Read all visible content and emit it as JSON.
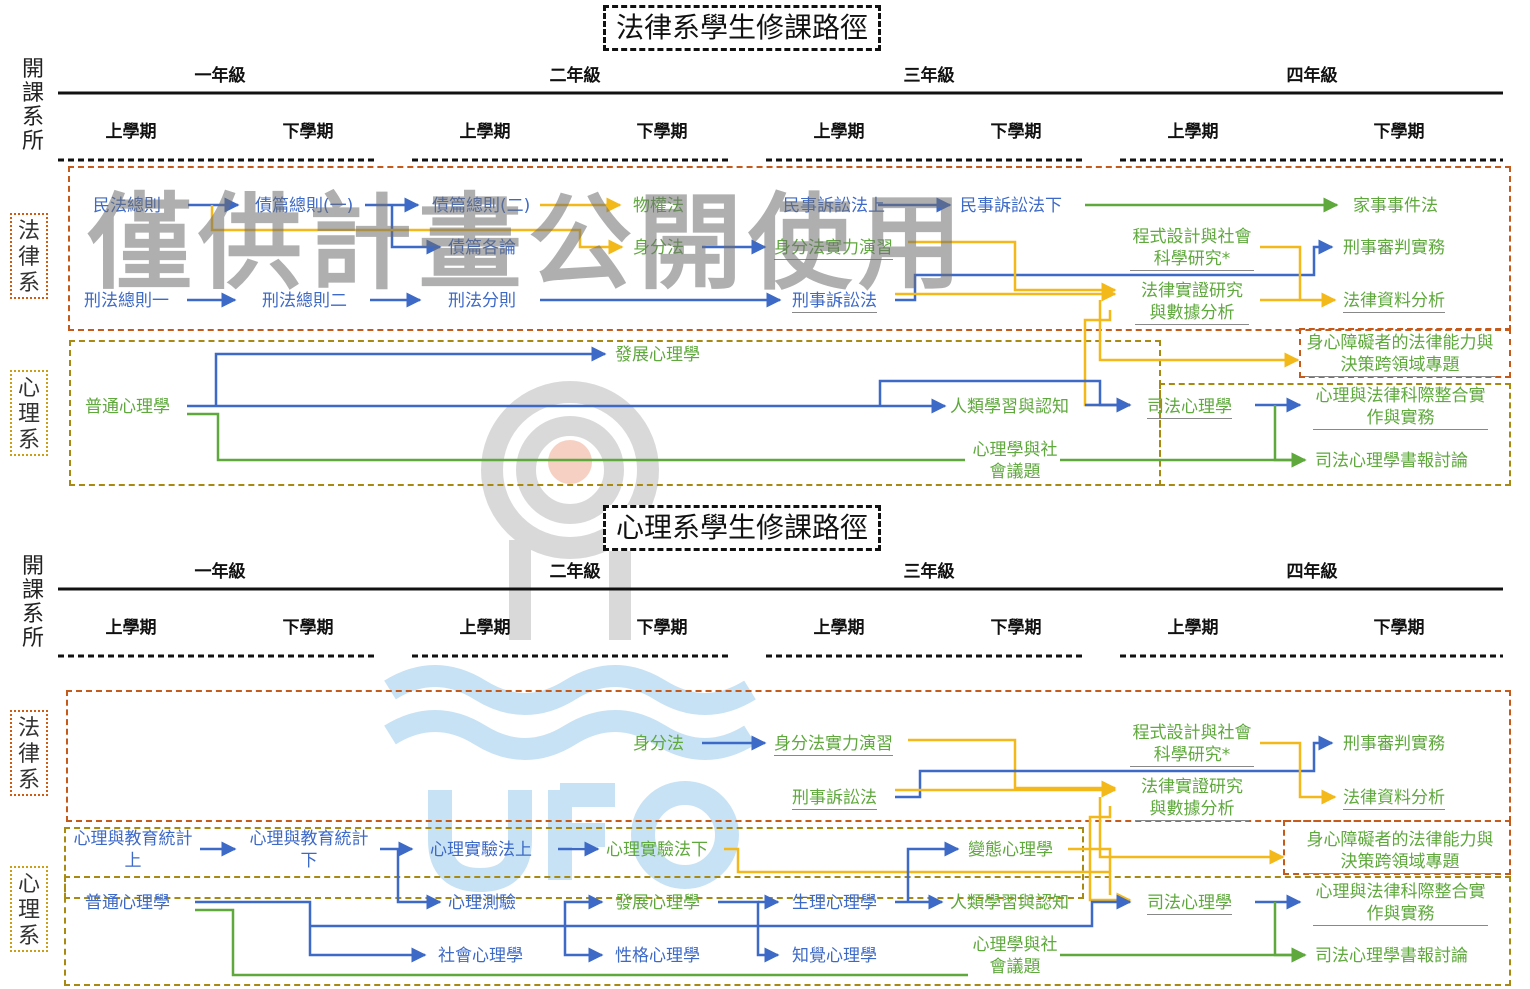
{
  "watermark": "僅供計畫公開使用",
  "logo_text": "UFO",
  "side_label": "開課系所",
  "years": [
    "一年級",
    "二年級",
    "三年級",
    "四年級"
  ],
  "semesters": [
    "上學期",
    "下學期",
    "上學期",
    "下學期",
    "上學期",
    "下學期",
    "上學期",
    "下學期"
  ],
  "colors": {
    "blue": "#3d69c7",
    "green": "#5ea83c",
    "yellow": "#f3b81a",
    "law_box": "#c65a1a",
    "psy_box": "#a88a12"
  },
  "law": {
    "title": "法律系學生修課路徑",
    "dept_law": "法律系",
    "dept_psy": "心理系",
    "courses": {
      "minfa": "民法總則",
      "zhaibian1": "債篇總則(一)",
      "zhaibian2": "債篇總則(二)",
      "wuquan": "物權法",
      "zhaifen": "債篇各論",
      "shenfen": "身分法",
      "minsu_up": "民事訴訟法上",
      "minsu_down": "民事訴訟法下",
      "jiashi": "家事事件法",
      "shenfen_prac": "身分法實力演習",
      "programming": "程式設計與社會科學研究*",
      "criminal_trial": "刑事審判實務",
      "xing1": "刑法總則一",
      "xing2": "刑法總則二",
      "xingfen": "刑法分則",
      "xingsu": "刑事訴訟法",
      "empirical": "法律實證研究與數據分析",
      "legal_data": "法律資料分析",
      "disability": "身心障礙者的法律能力與決策跨領域專題",
      "dev_psy": "發展心理學",
      "gen_psy": "普通心理學",
      "human_learning": "人類學習與認知",
      "forensic": "司法心理學",
      "integration": "心理與法律科際整合實作與實務",
      "psy_society": "心理學與社會議題",
      "forensic_reading": "司法心理學書報討論"
    }
  },
  "psy": {
    "title": "心理系學生修課路徑",
    "dept_law": "法律系",
    "dept_psy": "心理系",
    "courses": {
      "shenfen": "身分法",
      "shenfen_prac": "身分法實力演習",
      "programming": "程式設計與社會科學研究*",
      "criminal_trial": "刑事審判實務",
      "xingsu": "刑事訴訟法",
      "empirical": "法律實證研究與數據分析",
      "legal_data": "法律資料分析",
      "disability": "身心障礙者的法律能力與決策跨領域專題",
      "stats_up": "心理與教育統計上",
      "stats_down": "心理與教育統計下",
      "exp_up": "心理實驗法上",
      "exp_down": "心理實驗法下",
      "abnormal": "變態心理學",
      "gen_psy": "普通心理學",
      "testing": "心理測驗",
      "dev_psy": "發展心理學",
      "physio": "生理心理學",
      "human_learning": "人類學習與認知",
      "forensic": "司法心理學",
      "integration": "心理與法律科際整合實作與實務",
      "social": "社會心理學",
      "personality": "性格心理學",
      "perception": "知覺心理學",
      "psy_society": "心理學與社會議題",
      "forensic_reading": "司法心理學書報討論"
    }
  }
}
